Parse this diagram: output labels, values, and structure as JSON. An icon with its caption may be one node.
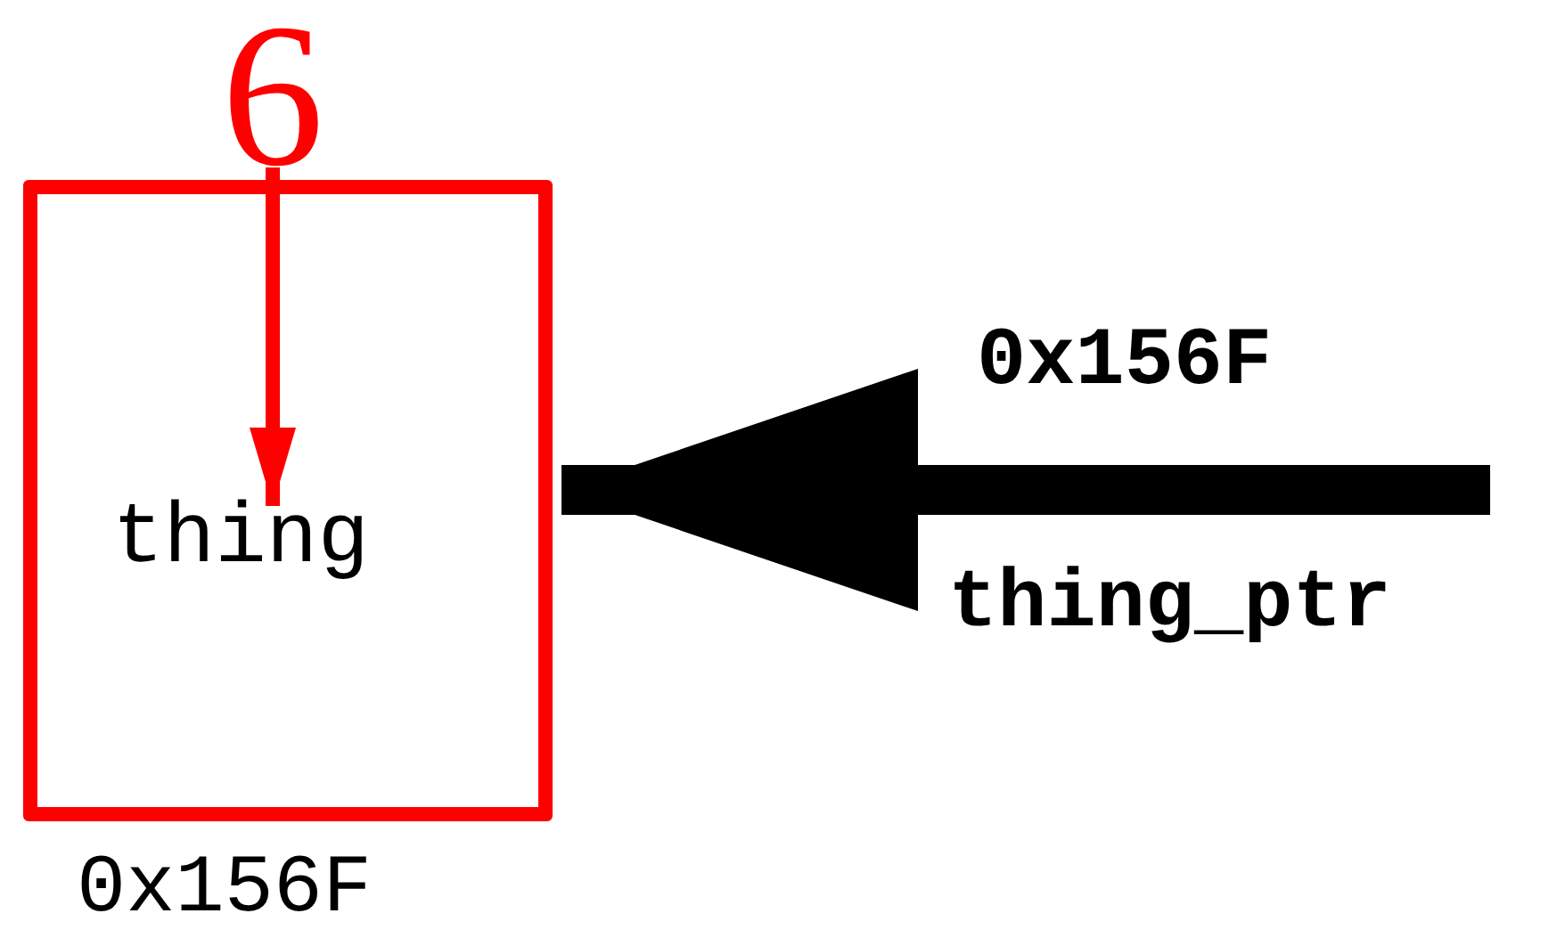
{
  "diagram": {
    "nodes": [
      {
        "text": [
          "thing"
        ],
        "beside": [
          "0x156F"
        ]
      },
      {
        "text": [
          "6"
        ]
      }
    ],
    "edges": [
      {
        "from": 1,
        "to": 0,
        "arrow": "to",
        "color": "#ff0000"
      },
      {
        "from": null,
        "to": 0,
        "arrow": "to",
        "style": "thick",
        "color": "#000000",
        "label": "0x156F"
      }
    ],
    "labels": [
      "thing_ptr"
    ]
  }
}
